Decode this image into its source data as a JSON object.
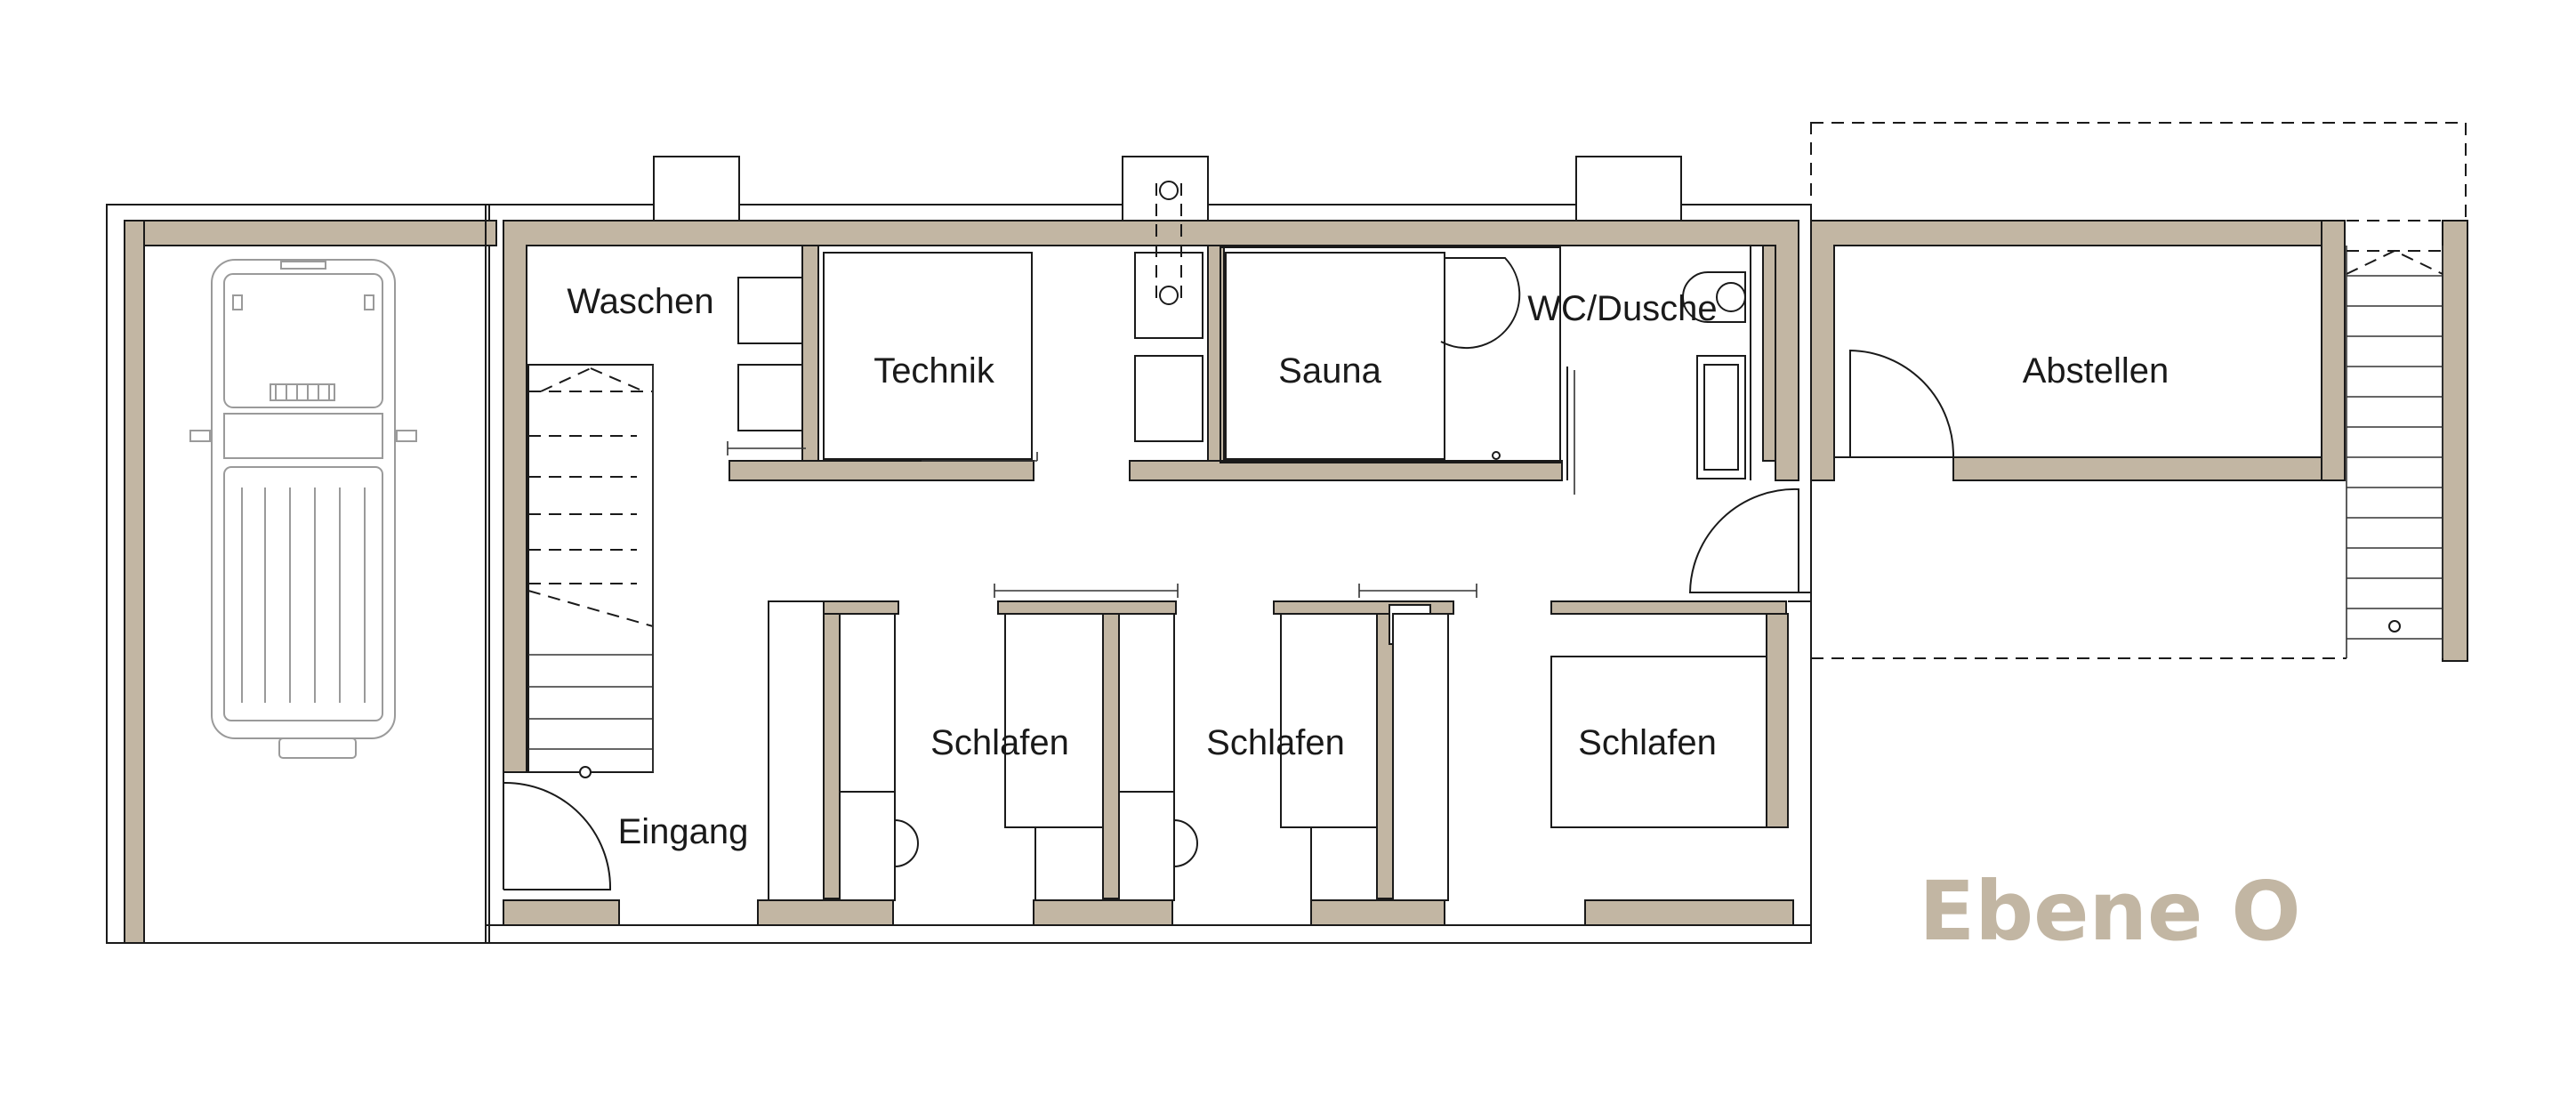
{
  "rooms": {
    "waschen": "Waschen",
    "technik": "Technik",
    "sauna": "Sauna",
    "wc_dusche": "WC/Dusche",
    "abstellen": "Abstellen",
    "schlafen_1": "Schlafen",
    "schlafen_2": "Schlafen",
    "schlafen_3": "Schlafen",
    "eingang": "Eingang"
  },
  "level": {
    "label": "Ebene O",
    "color": "#c2b6a3"
  },
  "colors": {
    "wall_fill": "#c2b6a3",
    "line": "#1a1a1a",
    "background": "#ffffff"
  }
}
